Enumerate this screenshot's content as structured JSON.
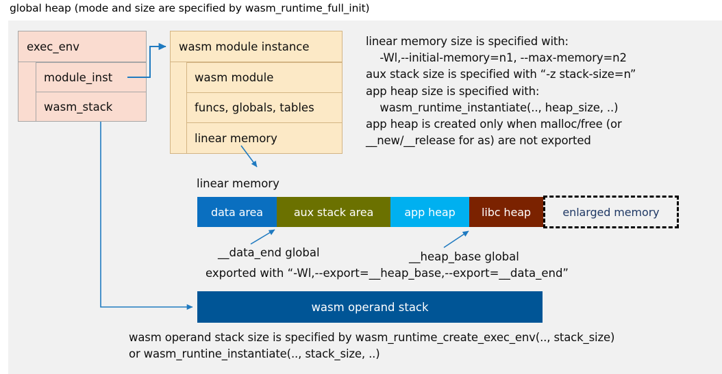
{
  "title": "global heap (mode and size are specified by wasm_runtime_full_init)",
  "colors": {
    "panel_bg": "#f1f1f1",
    "exec_env_fill": "#fadcd0",
    "exec_env_border": "#a6a6a6",
    "module_fill": "#fce9c6",
    "module_border": "#d3b483",
    "connector": "#1f7ac0",
    "data_area": "#0a6fc0",
    "aux_stack_area": "#6b7100",
    "app_heap": "#00b0f0",
    "libc_heap": "#7b2200",
    "enlarged_memory_text": "#1f3864",
    "operand_stack": "#005596"
  },
  "exec_env": {
    "header": "exec_env",
    "fields": [
      {
        "label": "module_inst"
      },
      {
        "label": "wasm_stack"
      }
    ]
  },
  "module_instance": {
    "header": "wasm module instance",
    "fields": [
      {
        "label": "wasm module"
      },
      {
        "label": "funcs, globals, tables"
      },
      {
        "label": "linear memory"
      }
    ]
  },
  "notes": {
    "memory_config": [
      "linear memory size is specified with:",
      "    -Wl,--initial-memory=n1, --max-memory=n2",
      "aux stack size is specified with “-z stack-size=n”",
      "app heap size is specified with:",
      "    wasm_runtime_instantiate(.., heap_size, ..)",
      "app heap is created only when malloc/free (or",
      "__new/__release for as) are not exported"
    ],
    "globals_line1_left": "__data_end global",
    "globals_line1_right": "__heap_base global",
    "globals_line2": "exported with “-Wl,--export=__heap_base,--export=__data_end”",
    "operand_stack_notes": [
      "wasm operand stack size is specified by wasm_runtime_create_exec_env(.., stack_size)",
      "or wasm_runtine_instantiate(.., stack_size, ..)"
    ]
  },
  "linear_memory": {
    "label": "linear memory",
    "segments": [
      {
        "label": "data area",
        "color": "#0a6fc0",
        "width": 116
      },
      {
        "label": "aux stack area",
        "color": "#6b7100",
        "width": 166
      },
      {
        "label": "app heap",
        "color": "#00b0f0",
        "width": 115
      },
      {
        "label": "libc heap",
        "color": "#7b2200",
        "width": 108
      },
      {
        "label": "enlarged memory",
        "color": "#f1f1f1",
        "width": 198
      }
    ]
  },
  "operand_stack": {
    "label": "wasm operand stack"
  }
}
